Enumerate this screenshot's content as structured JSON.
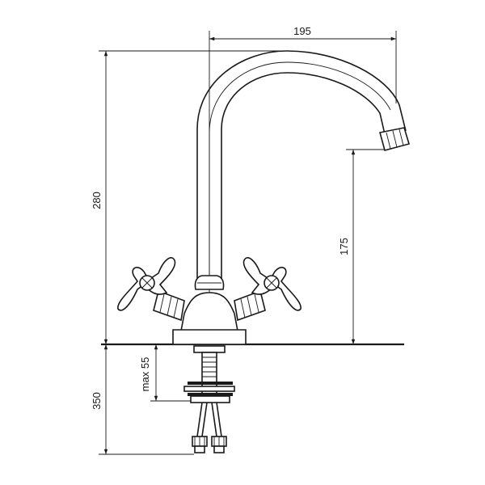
{
  "dimensions": {
    "spout_reach": "195",
    "total_height": "280",
    "spout_height": "175",
    "mount_depth": "max 55",
    "hose_length": "350"
  }
}
